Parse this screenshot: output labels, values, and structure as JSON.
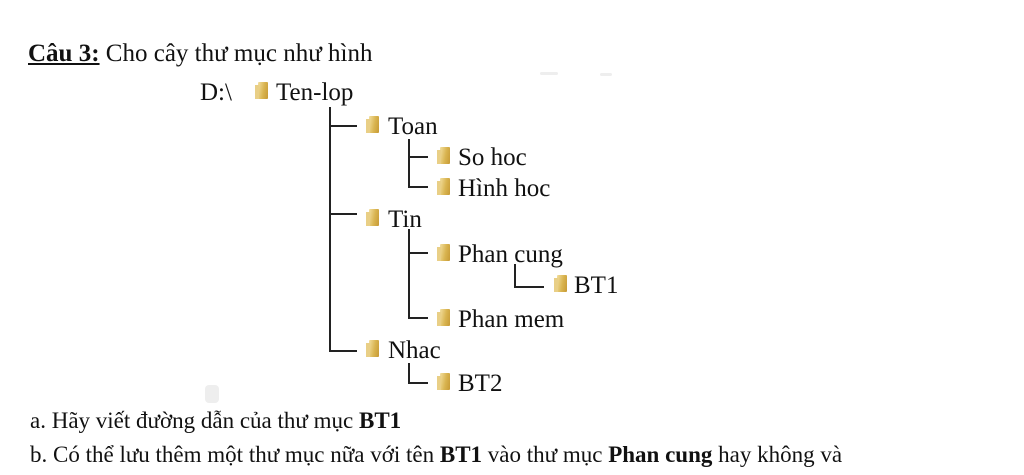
{
  "heading": {
    "label": "Câu 3:",
    "text": "Cho cây thư mục như hình"
  },
  "tree": {
    "root_drive": "D:\\",
    "nodes": {
      "ten_lop": "Ten-lop",
      "toan": "Toan",
      "so_hoc": "So hoc",
      "hinh_hoc": "Hình hoc",
      "tin": "Tin",
      "phan_cung": "Phan cung",
      "bt1": "BT1",
      "phan_mem": "Phan mem",
      "nhac": "Nhac",
      "bt2": "BT2"
    }
  },
  "questions": {
    "a": {
      "prefix": "a. Hãy viết đường dẫn của thư mục ",
      "bold": "BT1"
    },
    "b": {
      "prefix": "b. Có thể lưu thêm một thư mục nữa với tên ",
      "bold1": "BT1",
      "middle": " vào thư mục ",
      "bold2": "Phan cung",
      "suffix": " hay không và"
    }
  }
}
